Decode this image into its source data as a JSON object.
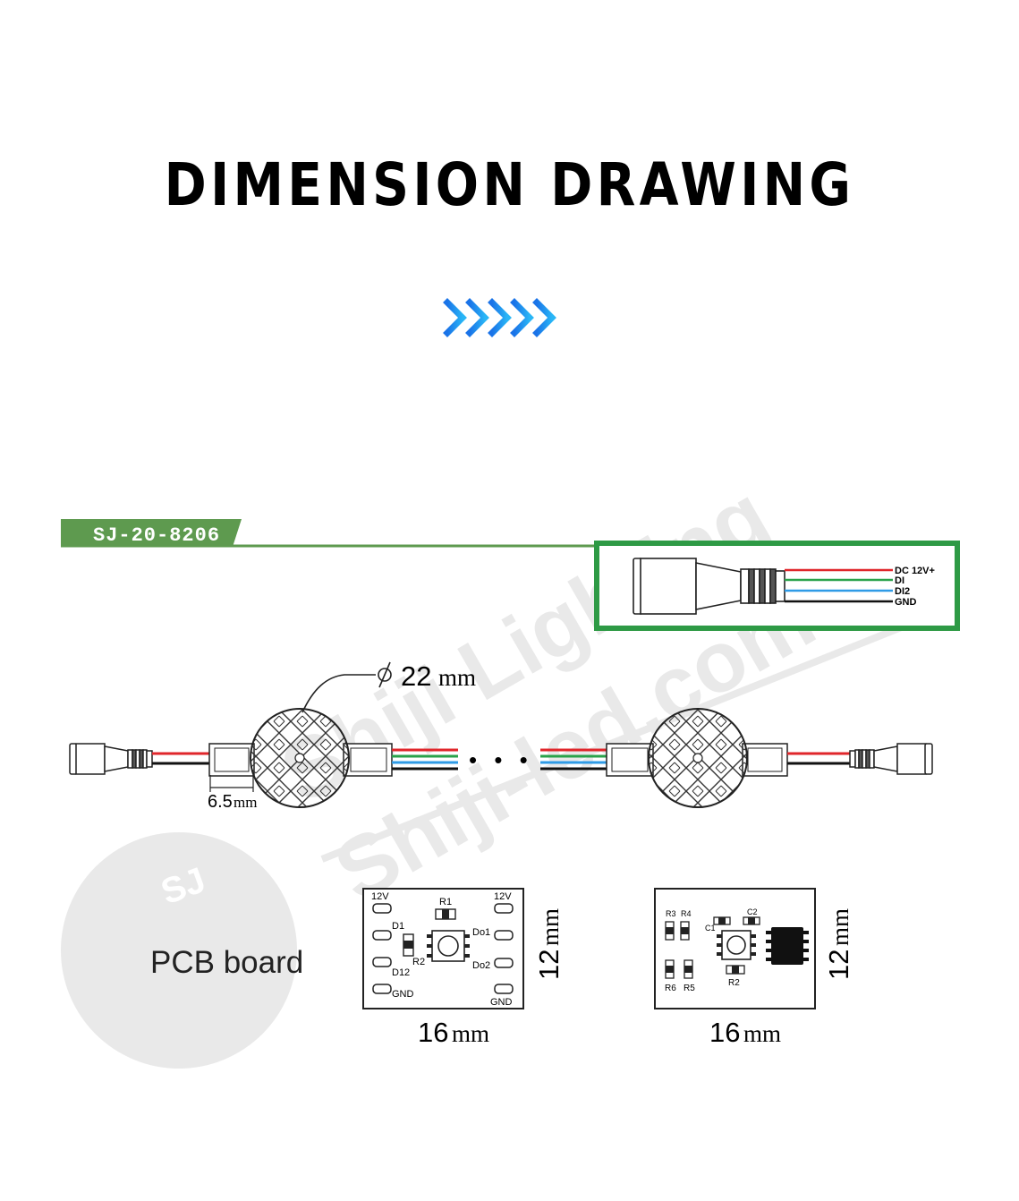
{
  "header": {
    "title": "DIMENSION DRAWING"
  },
  "model_tag": {
    "label": "SJ-20-8206"
  },
  "connector_inset": {
    "wires": [
      {
        "label": "DC 12V+",
        "color": "#e0262b"
      },
      {
        "label": "DI",
        "color": "#2aa24a"
      },
      {
        "label": "DI2",
        "color": "#2f9be6"
      },
      {
        "label": "GND",
        "color": "#111111"
      }
    ],
    "border_color": "#2e9a45"
  },
  "dimensions": {
    "diameter": "22",
    "diameter_unit": "mm",
    "clip_width": "6.5",
    "clip_unit": "mm",
    "ellipsis": "• • •"
  },
  "pcb": {
    "label": "PCB board",
    "front": {
      "width": "16",
      "height": "12",
      "unit": "mm",
      "labels": {
        "v12_left": "12V",
        "r1": "R1",
        "v12_right": "12V",
        "d1": "D1",
        "r2": "R2",
        "do1": "Do1",
        "do2": "Do2",
        "d12": "D12",
        "gnd_left": "GND",
        "gnd_right": "GND"
      }
    },
    "back": {
      "width": "16",
      "height": "12",
      "unit": "mm",
      "labels": {
        "r3": "R3",
        "r4": "R4",
        "c1": "C1",
        "c2": "C2",
        "r6": "R6",
        "r5": "R5",
        "r2": "R2"
      }
    }
  },
  "watermark": {
    "line1": "Shiji Lighting",
    "line2": "Shiji-led.com",
    "logo": "SJ"
  },
  "colors": {
    "accent_green": "#5e9a4f",
    "chevron_blue": "#1e7fe8",
    "wire_red": "#e0262b",
    "wire_green": "#2aa24a",
    "wire_blue": "#2f9be6",
    "wire_black": "#111111"
  }
}
